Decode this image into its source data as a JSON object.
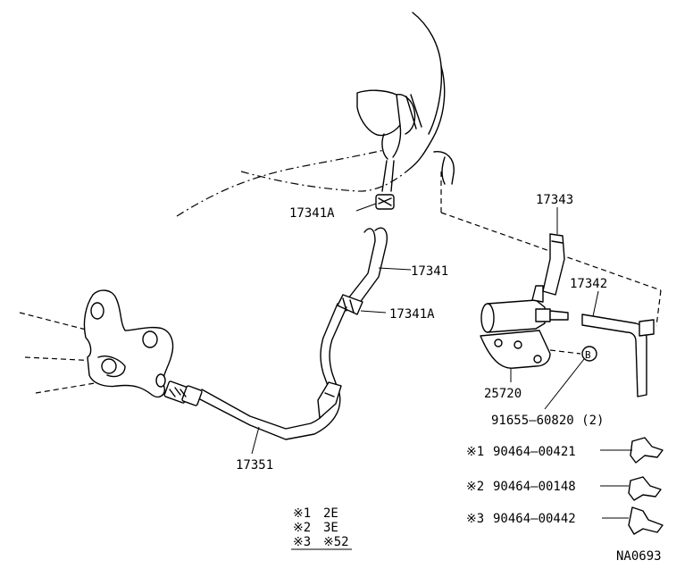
{
  "parts": {
    "p17341A_top": "17341A",
    "p17341": "17341",
    "p17341A_mid": "17341A",
    "p17343": "17343",
    "p17342": "17342",
    "p25720": "25720",
    "p91655": "91655–60820 (2)",
    "p17351": "17351",
    "callout_b": "B"
  },
  "clamps": [
    {
      "mark": "※1",
      "part": "90464–00421"
    },
    {
      "mark": "※2",
      "part": "90464–00148"
    },
    {
      "mark": "※3",
      "part": "90464–00442"
    }
  ],
  "legend": [
    {
      "mark": "※1",
      "value": "2E"
    },
    {
      "mark": "※2",
      "value": "3E"
    },
    {
      "mark": "※3",
      "value": "※52"
    }
  ],
  "diagram_code": "NA0693"
}
